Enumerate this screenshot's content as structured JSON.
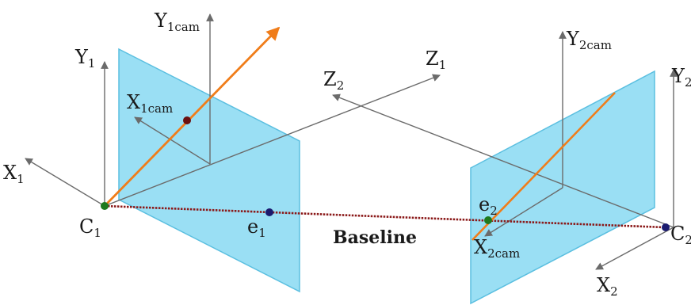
{
  "labels": {
    "y1cam": {
      "main": "Y",
      "sub": "1cam"
    },
    "y1": {
      "main": "Y",
      "sub": "1"
    },
    "x1cam": {
      "main": "X",
      "sub": "1cam"
    },
    "x1": {
      "main": "X",
      "sub": "1"
    },
    "c1": {
      "main": "C",
      "sub": "1"
    },
    "e1": {
      "main": "e",
      "sub": "1"
    },
    "z2": {
      "main": "Z",
      "sub": "2"
    },
    "z1": {
      "main": "Z",
      "sub": "1"
    },
    "y2cam": {
      "main": "Y",
      "sub": "2cam"
    },
    "y2": {
      "main": "Y",
      "sub": "2"
    },
    "e2": {
      "main": "e",
      "sub": "2"
    },
    "x2cam": {
      "main": "X",
      "sub": "2cam"
    },
    "c2": {
      "main": "C",
      "sub": "2"
    },
    "x2": {
      "main": "X",
      "sub": "2"
    },
    "baseline": "Baseline"
  },
  "colors": {
    "plane_fill": "#8fdcf3",
    "plane_stroke": "#5bbfe0",
    "axis": "#6b6b6b",
    "ray": "#f07d1a",
    "baseline": "#8b1a1a",
    "camera_center": "#1e7a1e",
    "epipole": "#1a1a6e",
    "point": "#6b1010"
  }
}
